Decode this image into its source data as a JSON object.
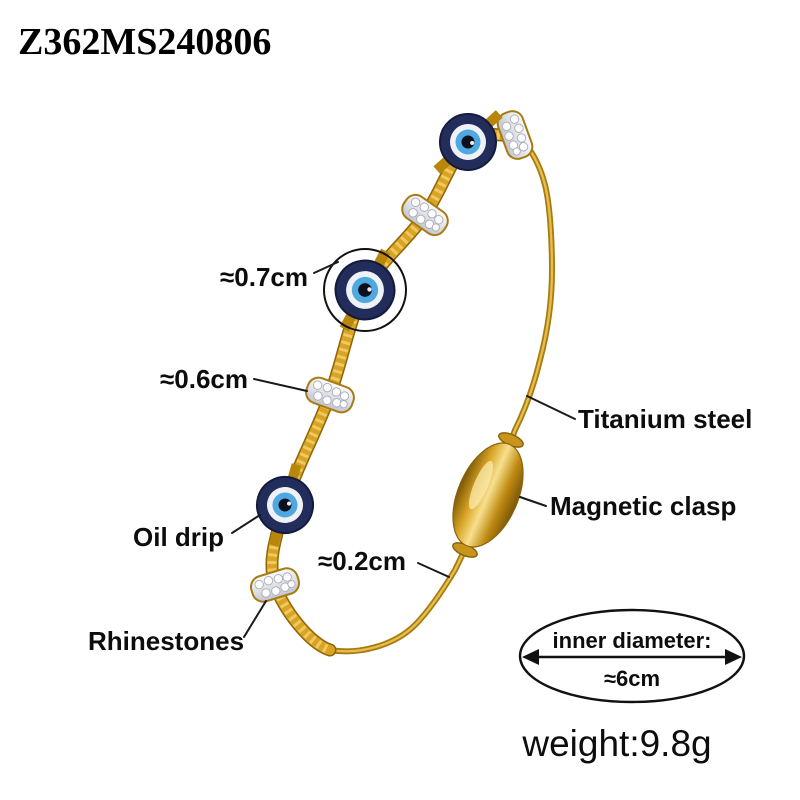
{
  "page": {
    "background": "#ffffff"
  },
  "header": {
    "product_code": "Z362MS240806"
  },
  "labels": {
    "bead_diameter": "≈0.7cm",
    "spacer_diameter": "≈0.6cm",
    "wire_diameter": "≈0.2cm",
    "material": "Titanium steel",
    "clasp": "Magnetic clasp",
    "bead_style": "Oil drip",
    "spacer_style": "Rhinestones"
  },
  "inner_diameter": {
    "label": "inner diameter:",
    "value": "≈6cm"
  },
  "weight": {
    "label": "weight:9.8g"
  },
  "colors": {
    "gold": "#D2A41F",
    "gold_dark": "#8F6609",
    "gold_light": "#F2D06B",
    "eye_navy": "#232D5C",
    "eye_blue": "#4FA8E0",
    "rhinestone_silver": "#E9EBEF",
    "annotation": "#1A1A1A"
  }
}
